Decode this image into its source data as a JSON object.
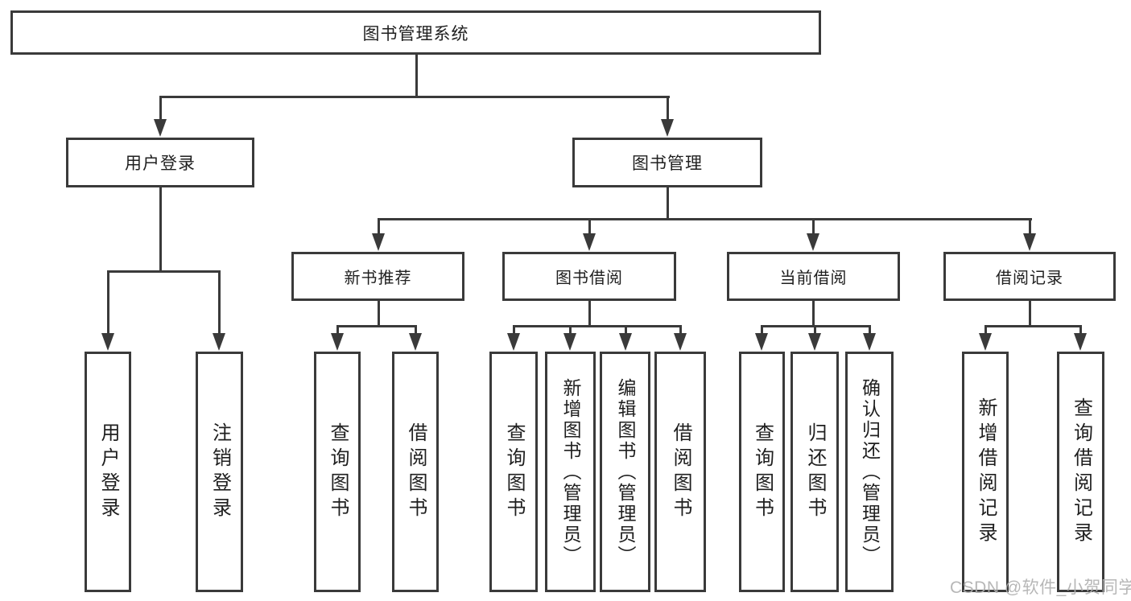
{
  "tree": {
    "root": {
      "label": "图书管理系统"
    },
    "branches": [
      {
        "label": "用户登录",
        "children": [
          {
            "label": "用户登录"
          },
          {
            "label": "注销登录"
          }
        ]
      },
      {
        "label": "图书管理",
        "children": [
          {
            "label": "新书推荐",
            "children": [
              {
                "label": "查询图书"
              },
              {
                "label": "借阅图书"
              }
            ]
          },
          {
            "label": "图书借阅",
            "children": [
              {
                "label": "查询图书"
              },
              {
                "label": "新增图书（管理员）"
              },
              {
                "label": "编辑图书（管理员）"
              },
              {
                "label": "借阅图书"
              }
            ]
          },
          {
            "label": "当前借阅",
            "children": [
              {
                "label": "查询图书"
              },
              {
                "label": "归还图书"
              },
              {
                "label": "确认归还（管理员）"
              }
            ]
          },
          {
            "label": "借阅记录",
            "children": [
              {
                "label": "新增借阅记录"
              },
              {
                "label": "查询借阅记录"
              }
            ]
          }
        ]
      }
    ]
  },
  "watermark": "CSDN @软件_小贺同学",
  "colors": {
    "line": "#3a3a3a",
    "text": "#1f1f1f",
    "watermark": "#b0b0b0",
    "background": "#ffffff"
  }
}
